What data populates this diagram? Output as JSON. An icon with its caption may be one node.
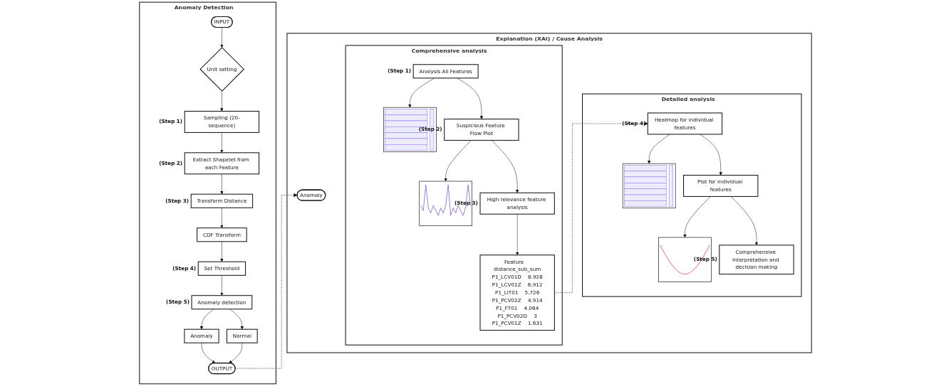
{
  "diagram": {
    "nodes": [
      {
        "text": [
          "Anomaly Detection"
        ]
      },
      {
        "text": [
          "INPUT"
        ],
        "in": 0
      },
      {
        "text": [
          "Unit setting"
        ],
        "in": 0
      },
      {
        "text": [
          "Sampling (20-sequence)"
        ],
        "in": 0,
        "beside": [
          "(Step 1)"
        ]
      },
      {
        "text": [
          "Extract Shapelet from each Feature"
        ],
        "in": 0,
        "beside": [
          "(Step 2)"
        ]
      },
      {
        "text": [
          "Transform Distance"
        ],
        "in": 0,
        "beside": [
          "(Step 3)"
        ]
      },
      {
        "text": [
          "CDF Transform"
        ],
        "in": 0
      },
      {
        "text": [
          "Set Threshold"
        ],
        "in": 0,
        "beside": [
          "(Step 4)"
        ]
      },
      {
        "text": [
          "Anomaly detection"
        ],
        "in": 0,
        "beside": [
          "(Step 5)"
        ]
      },
      {
        "text": [
          "Anomaly"
        ],
        "in": 0
      },
      {
        "text": [
          "Normal"
        ],
        "in": 0
      },
      {
        "text": [
          "OUTPUT"
        ],
        "in": 0
      },
      {
        "text": [
          "Explanation (XAI) / Cause Analysis"
        ]
      },
      {
        "text": [
          "Anomaly"
        ],
        "in": 12
      },
      {
        "text": [
          "Comprehensive analysis"
        ],
        "in": 12
      },
      {
        "text": [
          "Analysis All Features"
        ],
        "in": 14,
        "beside": [
          "(Step 1)"
        ]
      },
      {
        "text": [],
        "shape": "picture",
        "in": 14
      },
      {
        "text": [
          "Suspicious Feature Flow Plot"
        ],
        "in": 14,
        "beside": [
          "(Step 2)"
        ]
      },
      {
        "text": [],
        "shape": "picture",
        "in": 14
      },
      {
        "text": [
          "High relevance feature analysis"
        ],
        "in": 14,
        "beside": [
          "(Step 3)"
        ]
      },
      {
        "text": [
          "Feature",
          "distance_sub_sum",
          "P1_LCV01D",
          "8.928",
          "P1_LCV01Z",
          "6.912",
          "P1_LIT01",
          "5.726",
          "P1_PCV02Z",
          "4.914",
          "P1_FT01",
          "4.064",
          "P1_PCV02D",
          "3",
          "P1_PCV01Z",
          "1.631"
        ],
        "in": 14
      },
      {
        "text": [
          "Detailed analysis"
        ],
        "in": 12
      },
      {
        "text": [
          "Heatmap for individual features"
        ],
        "in": 21,
        "beside": [
          "(Step 4)"
        ]
      },
      {
        "text": [],
        "shape": "picture",
        "in": 21
      },
      {
        "text": [
          "Plot for individual features"
        ],
        "in": 21
      },
      {
        "text": [],
        "shape": "picture",
        "in": 21
      },
      {
        "text": [
          "Comprehensive interpretation and decision making"
        ],
        "in": 21,
        "beside": [
          "(Step 5)"
        ]
      }
    ],
    "edges": [
      {
        "from": 1,
        "to": 2,
        "arrow": "to"
      },
      {
        "from": 2,
        "to": 3,
        "arrow": "to"
      },
      {
        "from": 3,
        "to": 4,
        "arrow": "to"
      },
      {
        "from": 4,
        "to": 5,
        "arrow": "to"
      },
      {
        "from": 5,
        "to": 6,
        "arrow": "to"
      },
      {
        "from": 6,
        "to": 7,
        "arrow": "to"
      },
      {
        "from": 7,
        "to": 8,
        "arrow": "to"
      },
      {
        "from": 8,
        "to": 9,
        "arrow": "to"
      },
      {
        "from": 8,
        "to": 10,
        "arrow": "to"
      },
      {
        "from": 9,
        "to": 11,
        "arrow": "to"
      },
      {
        "from": 10,
        "to": 11,
        "arrow": "to"
      },
      {
        "from": 11,
        "to": 13,
        "arrow": "to",
        "style": "dashed"
      },
      {
        "from": 15,
        "to": 16,
        "arrow": "to"
      },
      {
        "from": 15,
        "to": 17,
        "arrow": "to"
      },
      {
        "from": 17,
        "to": 18,
        "arrow": "to"
      },
      {
        "from": 17,
        "to": 19,
        "arrow": "to"
      },
      {
        "from": 19,
        "to": 20,
        "arrow": "to"
      },
      {
        "from": 20,
        "to": 22,
        "arrow": "to",
        "style": "dashed"
      },
      {
        "from": 22,
        "to": 23,
        "arrow": "to"
      },
      {
        "from": 22,
        "to": 24,
        "arrow": "to"
      },
      {
        "from": 24,
        "to": 25,
        "arrow": "to"
      },
      {
        "from": 24,
        "to": 26,
        "arrow": "to"
      }
    ]
  }
}
